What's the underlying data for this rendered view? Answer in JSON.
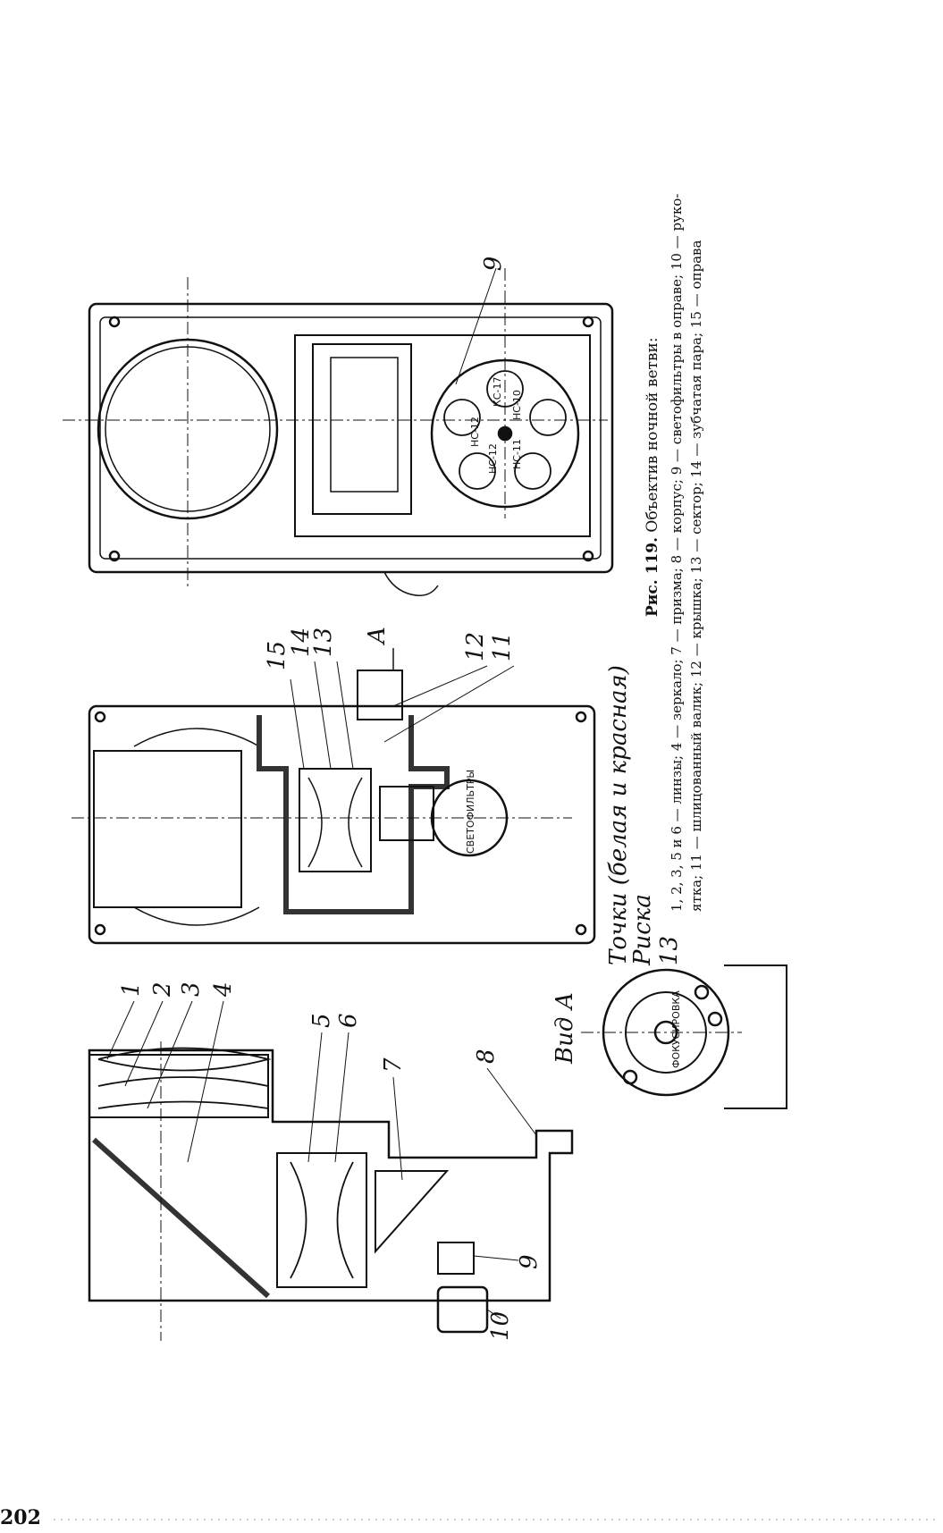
{
  "caption": {
    "figure_number": "Рис. 119.",
    "title": "Объектив ночной ветви:",
    "line1": "1, 2, 3, 5 и 6 — линзы; 4 — зеркало; 7 — призма; 8 — корпус; 9 — светофильтры в оправе; 10 — руко-",
    "line2": "ятка; 11 — шлицованный валик; 12 — крышка; 13 — сектор; 14 — зубчатая пара; 15 — оправа"
  },
  "page_number": "202",
  "view_left": {
    "labels": [
      "1",
      "2",
      "3",
      "4",
      "5",
      "6",
      "7",
      "8",
      "9",
      "10"
    ]
  },
  "view_middle": {
    "labels": [
      "15",
      "14",
      "13",
      "12",
      "11",
      "A"
    ],
    "plate_text": "СВЕТОФИЛЬТРЫ",
    "note_points": "Точки (белая и красная)",
    "note_risk": "Риска",
    "note_13": "13"
  },
  "view_a": {
    "title": "Вид А",
    "dial_text": "ФОКУСИРОВКА"
  },
  "view_right": {
    "label_9": "9",
    "filters": [
      "КС-17",
      "НС-10",
      "НС-11",
      "НС-12",
      "НС-12"
    ]
  }
}
